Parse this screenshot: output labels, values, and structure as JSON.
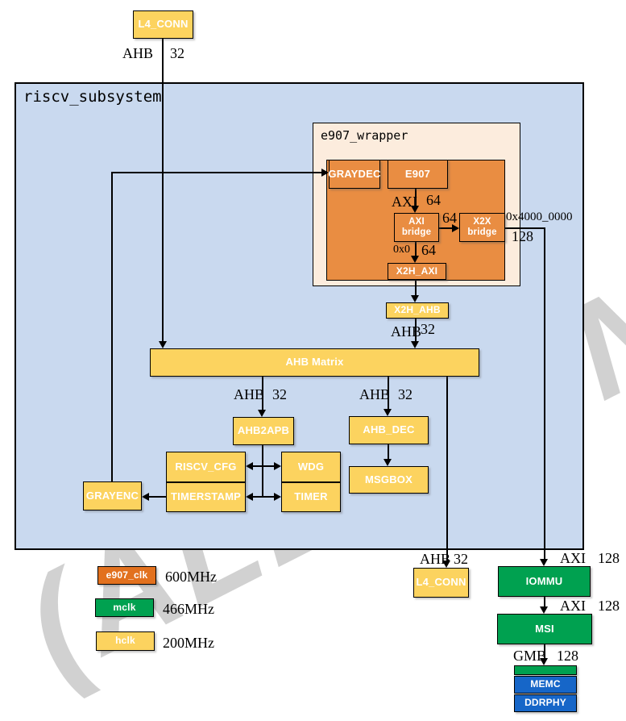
{
  "titles": {
    "subsystem": "riscv_subsystem",
    "wrapper": "e907_wrapper"
  },
  "nodes": {
    "l4_conn_top": "L4_CONN",
    "graydec": "GRAYDEC",
    "e907": "E907",
    "axi_bridge": {
      "line1": "AXI",
      "line2": "bridge"
    },
    "x2x_bridge": {
      "line1": "X2X",
      "line2": "bridge"
    },
    "x2h_axi": "X2H_AXI",
    "x2h_ahb": "X2H_AHB",
    "ahb_matrix": "AHB Matrix",
    "ahb2apb": "AHB2APB",
    "ahb_dec": "AHB_DEC",
    "msgbox": "MSGBOX",
    "riscv_cfg": "RISCV_CFG",
    "timerstamp": "TIMERSTAMP",
    "wdg": "WDG",
    "timer": "TIMER",
    "grayenc": "GRAYENC",
    "l4_conn_bottom": "L4_CONN",
    "iommu": "IOMMU",
    "msi": "MSI",
    "memc": "MEMC",
    "ddrphy": "DDRPHY"
  },
  "wire_labels": {
    "top_in": {
      "bus": "AHB",
      "width": "32"
    },
    "e907_out": {
      "bus": "AXI",
      "width": "64"
    },
    "axi_to_x2x": {
      "width": "64"
    },
    "x2x_out": {
      "addr": "0x4000_0000",
      "width": "128"
    },
    "x2h_axi_in": {
      "addr": "0x0",
      "width": "64"
    },
    "x2h_ahb_out": {
      "bus": "AHB",
      "width": "32"
    },
    "matrix_to_ahb2apb": {
      "bus": "AHB",
      "width": "32"
    },
    "matrix_to_ahb_dec": {
      "bus": "AHB",
      "width": "32"
    },
    "matrix_to_l4": {
      "bus": "AHB",
      "width": "32"
    },
    "iommu_in": {
      "bus": "AXI",
      "width": "128"
    },
    "msi_in": {
      "bus": "AXI",
      "width": "128"
    },
    "memc_in": {
      "bus": "GMB",
      "width": "128"
    }
  },
  "legend": {
    "items": [
      {
        "name": "e907_clk",
        "freq": "600MHz",
        "color": "#e2711e"
      },
      {
        "name": "mclk",
        "freq": "466MHz",
        "color": "#00a150"
      },
      {
        "name": "hclk",
        "freq": "200MHz",
        "color": "#fcd35f"
      }
    ]
  },
  "colors": {
    "subsystem_bg": "#c9d9ef",
    "wrapper_bg": "#fcecdd",
    "block_orange": "#e98d42",
    "block_yellow": "#fcd35f",
    "block_green": "#00a150",
    "block_blue": "#1666c8",
    "wire": "#000000"
  },
  "watermark": {
    "text": "(ALLWINNER"
  }
}
